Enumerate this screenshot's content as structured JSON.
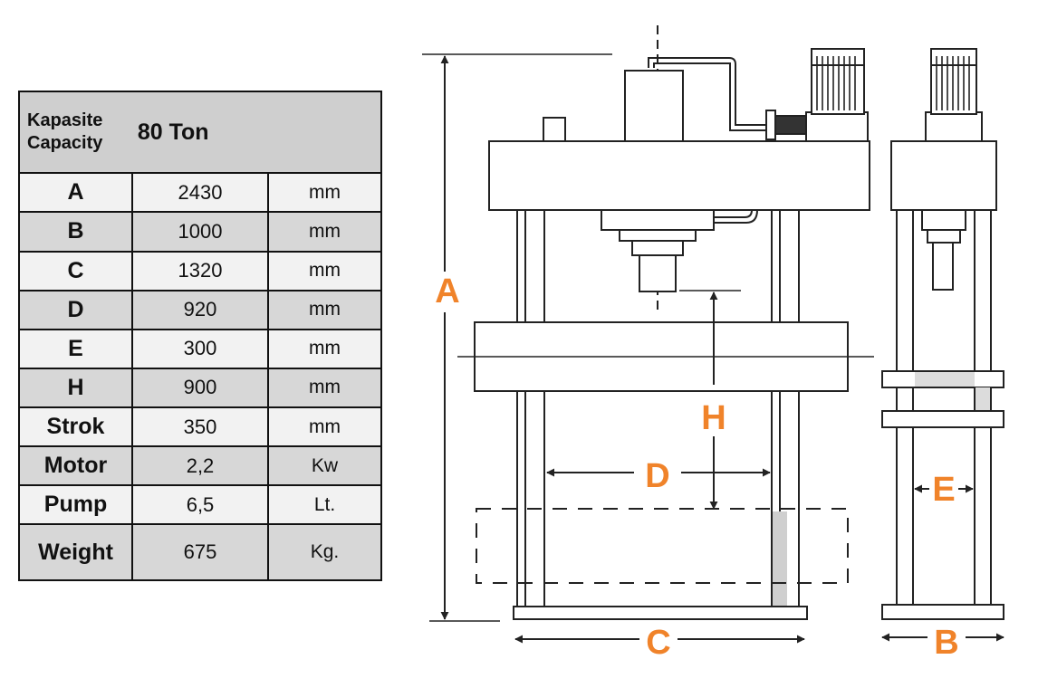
{
  "capacity": {
    "label_tr": "Kapasite",
    "label_en": "Capacity",
    "value": "80 Ton"
  },
  "specs": [
    {
      "param": "A",
      "value": "2430",
      "unit": "mm"
    },
    {
      "param": "B",
      "value": "1000",
      "unit": "mm"
    },
    {
      "param": "C",
      "value": "1320",
      "unit": "mm"
    },
    {
      "param": "D",
      "value": "920",
      "unit": "mm"
    },
    {
      "param": "E",
      "value": "300",
      "unit": "mm"
    },
    {
      "param": "H",
      "value": "900",
      "unit": "mm"
    },
    {
      "param": "Strok",
      "value": "350",
      "unit": "mm"
    },
    {
      "param": "Motor",
      "value": "2,2",
      "unit": "Kw"
    },
    {
      "param": "Pump",
      "value": "6,5",
      "unit": "Lt."
    },
    {
      "param": "Weight",
      "value": "675",
      "unit": "Kg."
    }
  ],
  "dimension_labels": {
    "A": "A",
    "B": "B",
    "C": "C",
    "D": "D",
    "E": "E",
    "H": "H"
  },
  "colors": {
    "dimension_label": "#f0832a",
    "line": "#222222",
    "table_shade": "#d7d7d7",
    "table_light": "#f2f2f2",
    "header_shade": "#cfcfcf"
  }
}
